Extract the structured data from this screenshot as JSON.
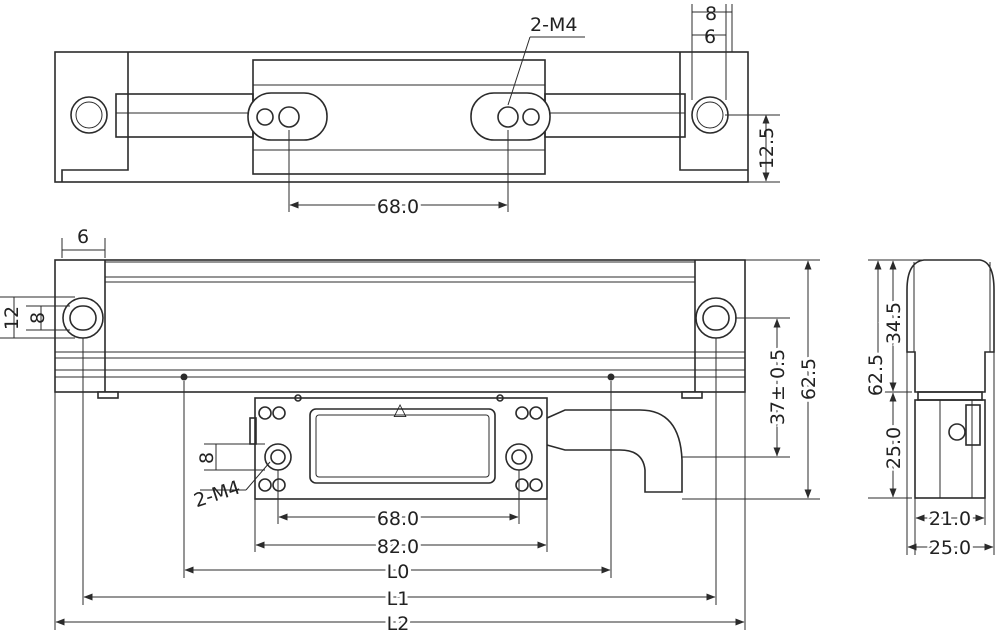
{
  "labels": {
    "top_thread": "2-M4",
    "top_dim_8": "8",
    "top_dim_6": "6",
    "top_dim_12_5": "12.5",
    "top_spacing": "68.0",
    "front_dim_6": "6",
    "front_dim_12": "12",
    "front_dim_8": "8",
    "front_dim_37": "37± 0.5",
    "front_dim_62_5": "62.5",
    "reader_dim_8": "8",
    "reader_thread": "2-M4",
    "reader_spacing": "68.0",
    "reader_width": "82.0",
    "len_L0": "L0",
    "len_L1": "L1",
    "len_L2": "L2",
    "side_dim_62_5": "62.5",
    "side_dim_34_5": "34.5",
    "side_dim_25": "25.0",
    "side_width_21": "21.0",
    "side_width_25": "25.0",
    "reader_arrow": "△"
  }
}
